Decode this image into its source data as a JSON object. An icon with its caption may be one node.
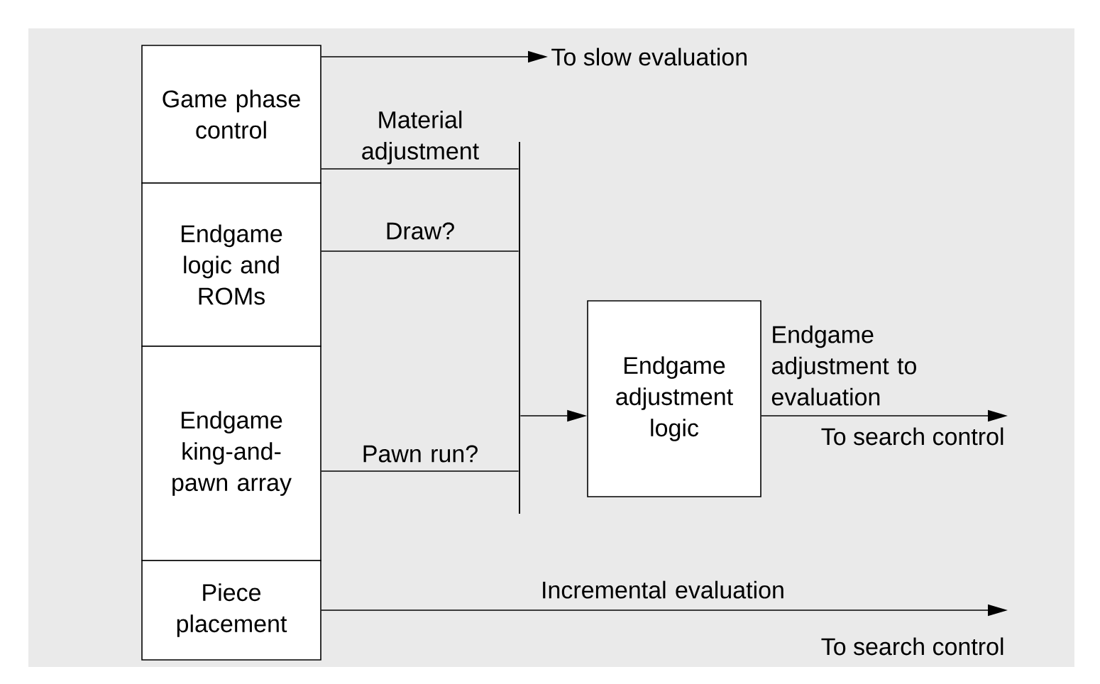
{
  "diagram": {
    "nodes": [
      {
        "text": [
          "Game phase control"
        ]
      },
      {
        "text": [
          "Endgame logic and ROMs"
        ]
      },
      {
        "text": [
          "Endgame king-and-pawn array"
        ]
      },
      {
        "text": [
          "Piece placement"
        ]
      },
      {
        "text": [
          "Endgame adjustment logic"
        ]
      },
      {
        "text": [],
        "shape": "bar"
      },
      {
        "text": [
          "To slow evaluation"
        ]
      },
      {
        "text": [
          "To search control"
        ]
      },
      {
        "text": [
          "To search control"
        ]
      }
    ],
    "edges": [
      {
        "from": 0,
        "to": 6,
        "arrow": "to"
      },
      {
        "from": 0,
        "to": 5,
        "arrow": "none",
        "label": "Material adjustment"
      },
      {
        "from": 1,
        "to": 5,
        "arrow": "none",
        "label": "Draw?"
      },
      {
        "from": 2,
        "to": 5,
        "arrow": "none",
        "label": "Pawn run?"
      },
      {
        "from": 5,
        "to": 4,
        "arrow": "to"
      },
      {
        "from": 4,
        "to": 7,
        "arrow": "to",
        "label": "Endgame adjustment to evaluation"
      },
      {
        "from": 3,
        "to": 8,
        "arrow": "to",
        "label": "Incremental evaluation"
      }
    ]
  }
}
